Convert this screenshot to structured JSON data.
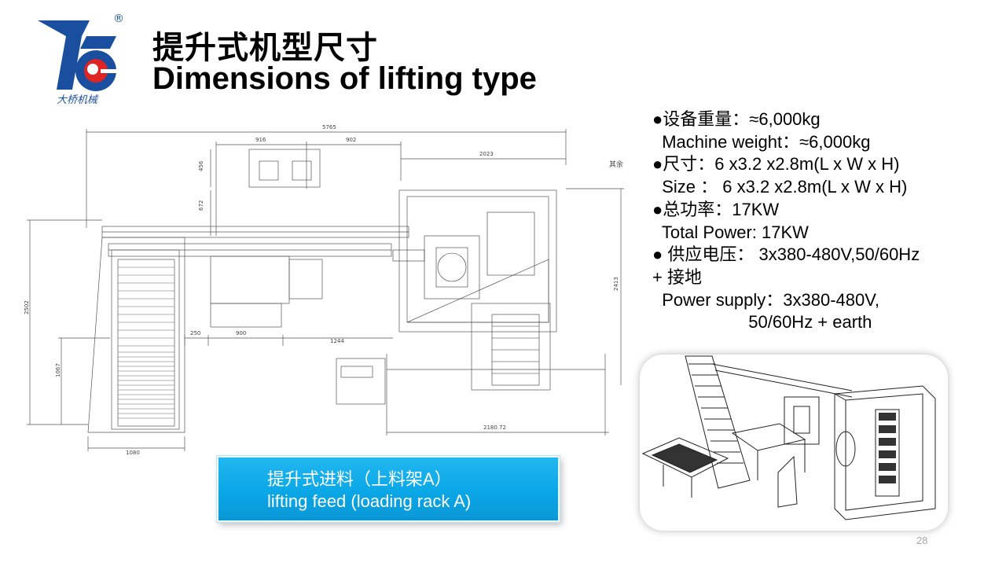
{
  "slide": {
    "title_cn": "提升式机型尺寸",
    "title_en": "Dimensions of lifting type",
    "page_number": "28"
  },
  "logo": {
    "company_text": "大桥机械",
    "registered_mark": "®",
    "brand_colors": {
      "blue": "#1a4fa0",
      "red": "#e02424"
    }
  },
  "specs": [
    "●设备重量：≈6,000kg",
    "  Machine weight：≈6,000kg",
    "●尺寸：6 x3.2 x2.8m(L x W x H)",
    "  Size ： 6 x3.2 x2.8m(L x W x H)",
    "●总功率：17KW",
    "  Total Power: 17KW",
    "● 供应电压： 3x380-480V,50/60Hz",
    "+ 接地",
    "  Power supply：3x380-480V,",
    "                    50/60Hz + earth"
  ],
  "drawing": {
    "dimensions": {
      "overall_length": "5765",
      "d916": "916",
      "d902": "902",
      "d2023": "2023",
      "d456": "456",
      "d672": "672",
      "height_left": "2502",
      "height_right": "2413",
      "d1067": "1067",
      "d250": "250",
      "d900": "900",
      "d1244": "1244",
      "d1080": "1080",
      "d2180": "2180.72"
    },
    "note": "其余"
  },
  "banner": {
    "line_cn": "提升式进料（上料架A）",
    "line_en": "lifting feed (loading rack A)",
    "color": "#0aa7e7"
  }
}
